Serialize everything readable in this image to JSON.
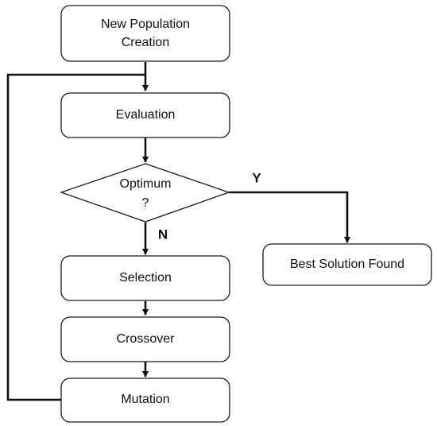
{
  "diagram": {
    "nodes": {
      "new_population": {
        "line1": "New Population",
        "line2": "Creation"
      },
      "evaluation": {
        "label": "Evaluation"
      },
      "optimum": {
        "line1": "Optimum",
        "line2": "?"
      },
      "selection": {
        "label": "Selection"
      },
      "crossover": {
        "label": "Crossover"
      },
      "mutation": {
        "label": "Mutation"
      },
      "best_solution": {
        "label": "Best Solution Found"
      }
    },
    "branches": {
      "yes": "Y",
      "no": "N"
    },
    "colors": {
      "stroke": "#1a1a1a",
      "fill": "#ffffff",
      "text": "#111111"
    }
  }
}
